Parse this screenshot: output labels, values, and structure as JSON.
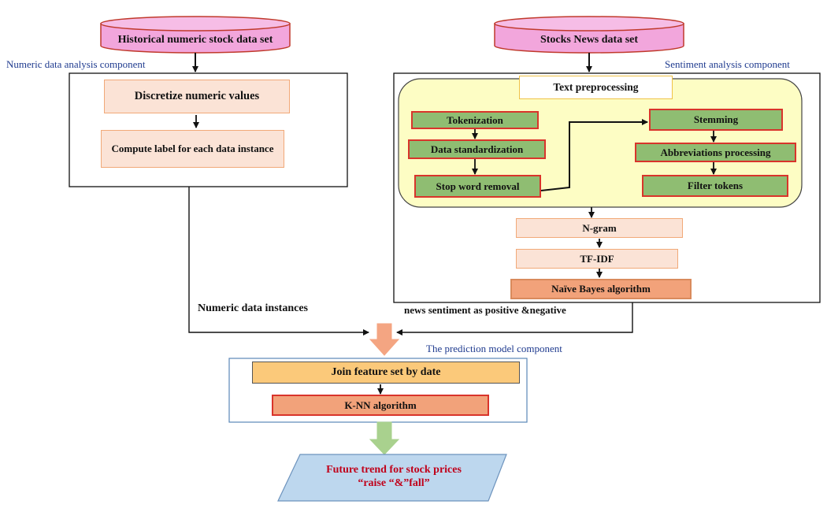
{
  "datasets": {
    "numeric": "Historical numeric stock data set",
    "news": "Stocks News data set"
  },
  "captions": {
    "numeric_component": "Numeric data analysis component",
    "sentiment_component": "Sentiment analysis component",
    "prediction_component": "The prediction model component"
  },
  "numeric_steps": {
    "discretize": "Discretize numeric values",
    "compute_label": "Compute label for each data instance"
  },
  "text_preprocessing": {
    "title": "Text preprocessing",
    "tokenization": "Tokenization",
    "standardization": "Data standardization",
    "stop_word": "Stop word removal",
    "stemming": "Stemming",
    "abbreviations": "Abbreviations processing",
    "filter": "Filter tokens"
  },
  "sentiment_steps": {
    "ngram": "N-gram",
    "tfidf": "TF-IDF",
    "naive_bayes": "Naïve Bayes algorithm"
  },
  "flow_labels": {
    "numeric_instances": "Numeric data instances",
    "news_sentiment": "news sentiment as positive &negative"
  },
  "prediction_steps": {
    "join": "Join feature set by date",
    "knn": "K-NN algorithm"
  },
  "output": {
    "line1": "Future trend for stock prices",
    "line2": "“raise “&”fall”"
  },
  "colors": {
    "cylinder_fill": "#f2a6dc",
    "cylinder_stroke": "#c0392b",
    "caption_blue": "#1f3b8f",
    "preproc_fill": "#fdfdc4",
    "green_fill": "#8fbd72",
    "red_border": "#d9342b",
    "output_fill": "#bdd7ee",
    "output_text": "#c0001a",
    "join_fill": "#fbc97a",
    "arrow_orange": "#f4a582",
    "arrow_green": "#a9d18e"
  }
}
